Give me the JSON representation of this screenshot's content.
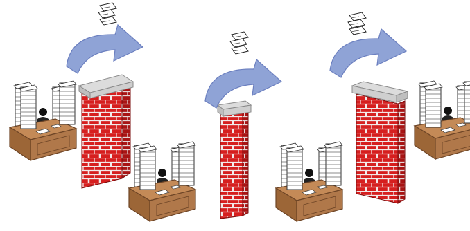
{
  "diagram": {
    "colors": {
      "arrow_fill": "#8fa3d6",
      "arrow_stroke": "#6b7fbf",
      "brick_red": "#d61f1f",
      "brick_mortar": "#f2e9e9",
      "wall_cap": "#d9d9d9",
      "desk_brown": "#b0784a",
      "desk_edge": "#6e4526",
      "paper_white": "#ffffff",
      "ink": "#111111"
    },
    "icons": {
      "workstation": "desk-with-paper-stacks-icon",
      "wall": "brick-wall-icon",
      "handoff_arrow": "curved-arrow-icon",
      "documents": "paper-stack-icon"
    },
    "workstation_count": 4,
    "wall_count": 3,
    "handoff_count": 3
  }
}
